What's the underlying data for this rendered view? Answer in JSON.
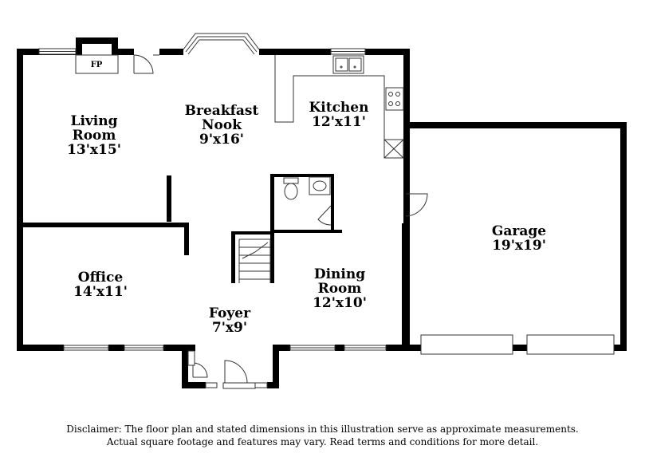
{
  "rooms": {
    "living": {
      "name_line1": "Living",
      "name_line2": "Room",
      "dims": "13'x15'"
    },
    "breakfast": {
      "name_line1": "Breakfast",
      "name_line2": "Nook",
      "dims": "9'x16'"
    },
    "kitchen": {
      "name": "Kitchen",
      "dims": "12'x11'"
    },
    "garage": {
      "name": "Garage",
      "dims": "19'x19'"
    },
    "office": {
      "name": "Office",
      "dims": "14'x11'"
    },
    "dining": {
      "name_line1": "Dining",
      "name_line2": "Room",
      "dims": "12'x10'"
    },
    "foyer": {
      "name": "Foyer",
      "dims": "7'x9'"
    }
  },
  "fixtures": {
    "fireplace_label": "FP"
  },
  "disclaimer": {
    "line1": "Disclaimer: The floor plan and stated dimensions in this illustration serve as approximate measurements.",
    "line2": "Actual square footage and features may vary. Read terms and conditions for more detail."
  }
}
